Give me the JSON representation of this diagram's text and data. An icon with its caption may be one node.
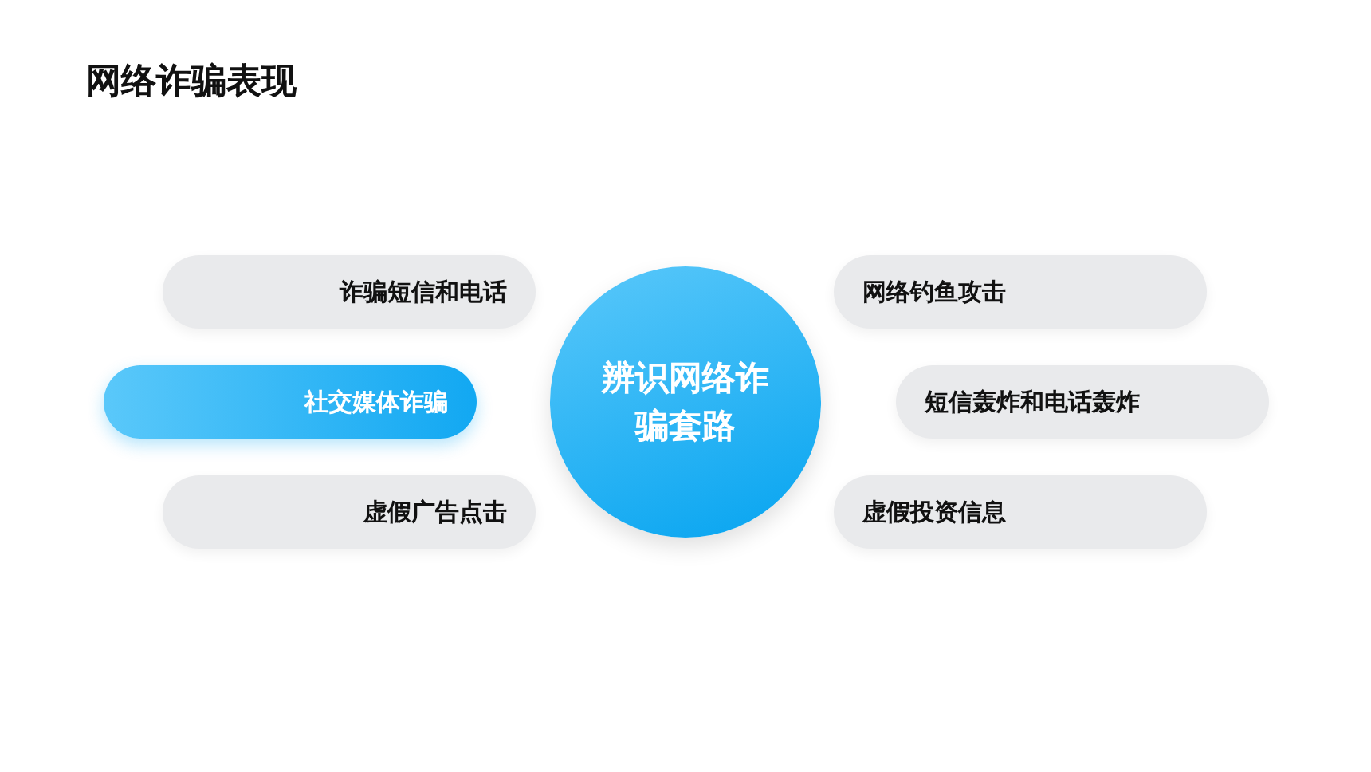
{
  "diagram": {
    "title": "网络诈骗表现",
    "nodes": [
      {
        "text": [
          "诈骗短信和电话"
        ]
      },
      {
        "text": [
          "网络钓鱼攻击"
        ]
      },
      {
        "text": [
          "社交媒体诈骗"
        ]
      },
      {
        "text": [
          "辨识网络诈骗套路"
        ]
      },
      {
        "text": [
          "短信轰炸和电话轰炸"
        ]
      },
      {
        "text": [
          "虚假广告点击"
        ]
      },
      {
        "text": [
          "虚假投资信息"
        ]
      }
    ]
  }
}
